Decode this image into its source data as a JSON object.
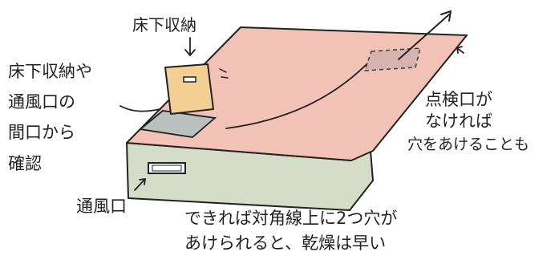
{
  "labels": {
    "underfloor_storage_top": "床下収納",
    "underfloor_storage_and_vent": "床下収納や",
    "vent_opening_line": "通風口の",
    "check_through_gap": "間口から",
    "confirm": "確認",
    "vent": "通風口",
    "inspection_hatch": "点検口が",
    "if_not_present": "なければ",
    "drill_holes_too": "穴をあけることも",
    "bottom_line_1": "できれば対角線上に2つ穴が",
    "bottom_line_2": "あけられると、乾燥は早い"
  },
  "colors": {
    "floor_top": "#f2c2b6",
    "floor_side": "#d5dcc8",
    "hatch_panel": "#f3cf93",
    "open_hole": "#b9c0be",
    "dashed_hole": "#d7b3b0",
    "ink": "#222222"
  }
}
